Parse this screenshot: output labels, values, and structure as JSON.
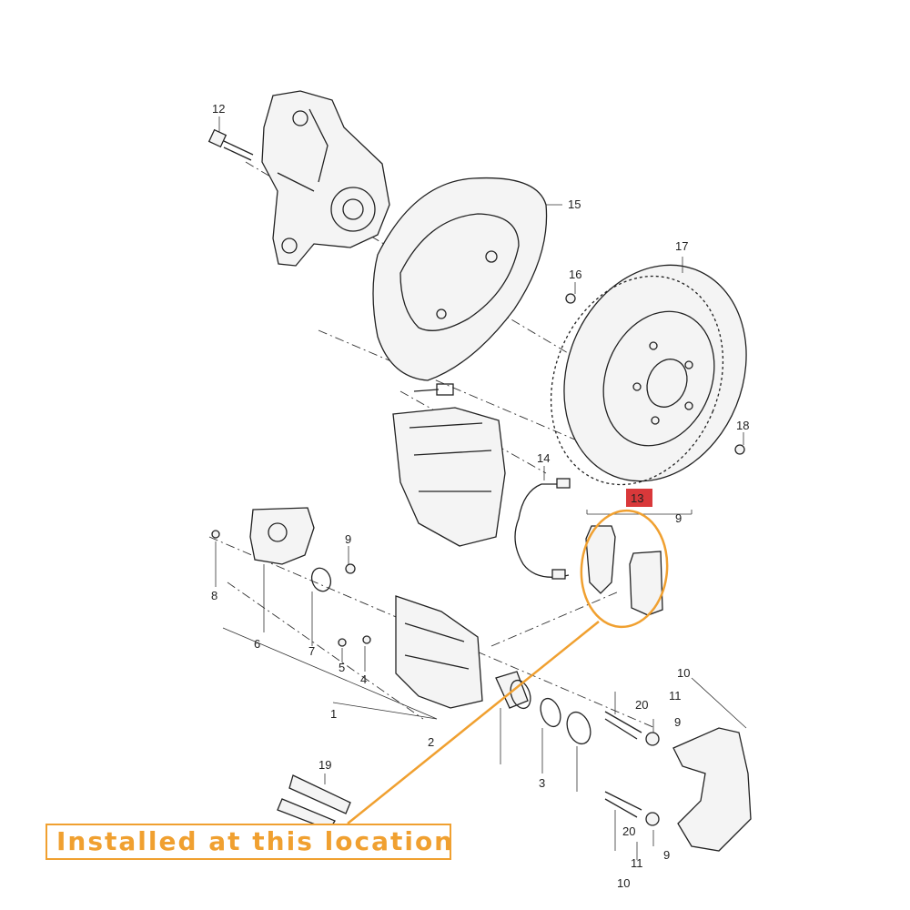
{
  "part_numbers": {
    "p1": "1",
    "p2": "2",
    "p3": "3",
    "p4": "4",
    "p5": "5",
    "p6": "6",
    "p7": "7",
    "p8": "8",
    "p9": "9",
    "p10": "10",
    "p11": "11",
    "p12": "12",
    "p13": "13",
    "p14": "14",
    "p15": "15",
    "p16": "16",
    "p17": "17",
    "p18": "18",
    "p19": "19",
    "p20": "20"
  },
  "callout": {
    "text": "Installed at this location"
  },
  "colors": {
    "highlight": "#f0a030",
    "part_13_box": "#d9383a",
    "line": "#222222"
  },
  "icons": [
    "steering-knuckle",
    "splash-shield",
    "brake-disc",
    "brake-caliper",
    "brake-pads",
    "wear-sensor",
    "caliper-carrier",
    "bolt"
  ]
}
